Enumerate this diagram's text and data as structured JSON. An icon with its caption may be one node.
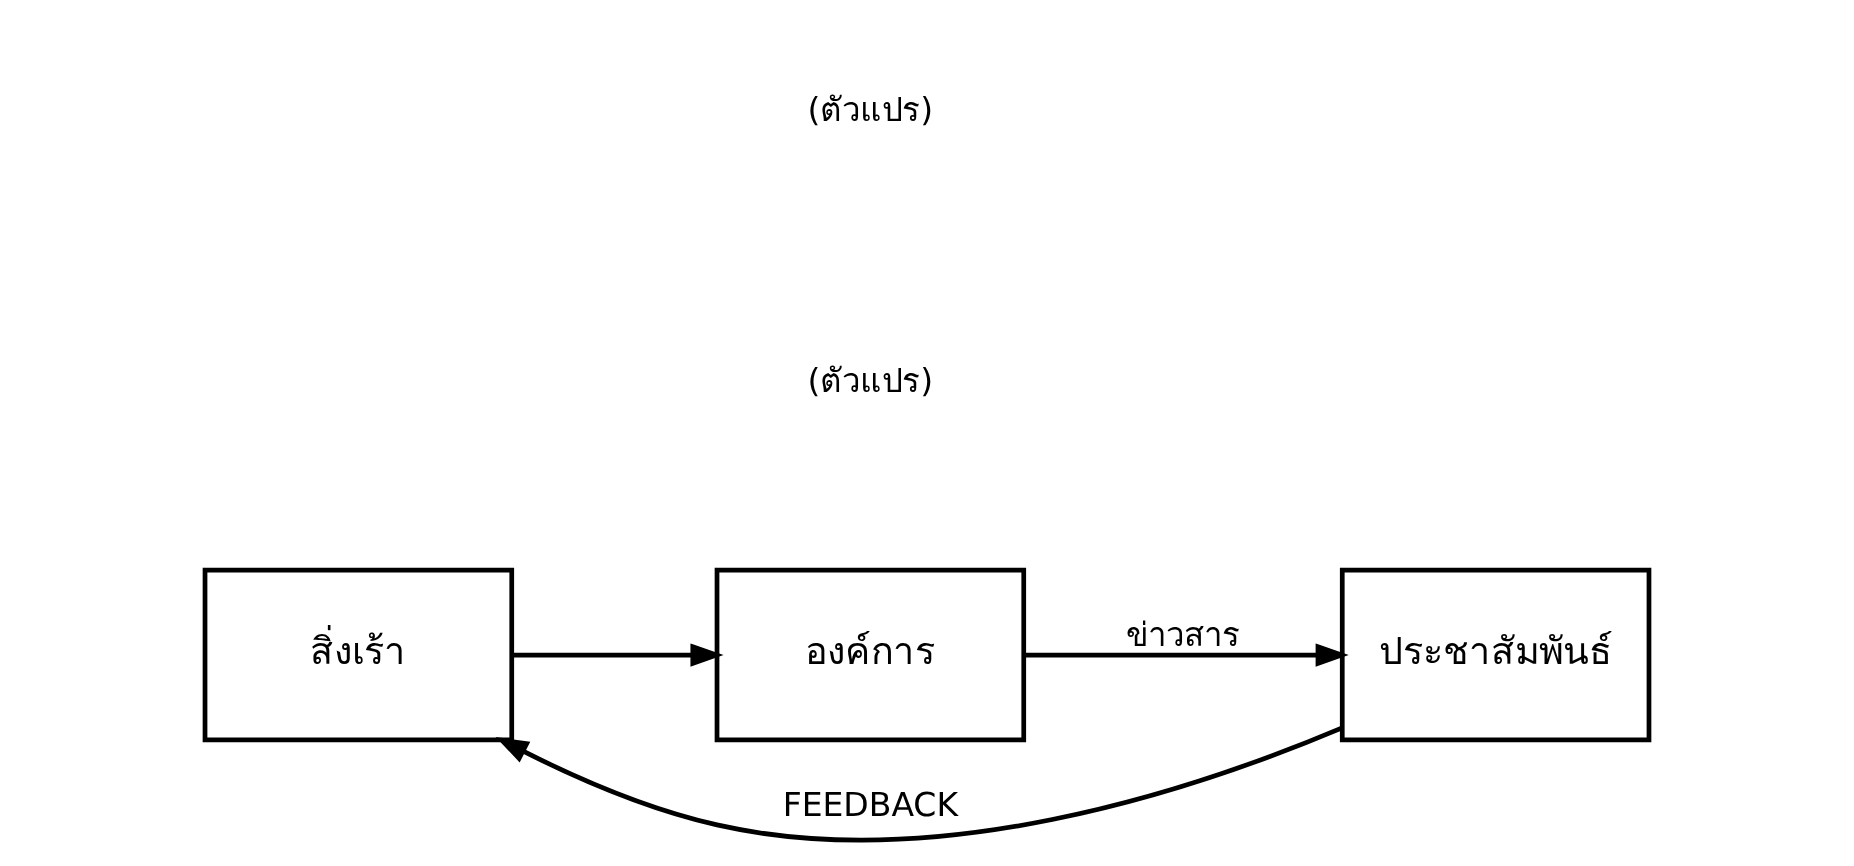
{
  "diagram": {
    "nodes": [
      {
        "text": [
          "สิ่งเร้า"
        ]
      },
      {
        "text": [
          "องค์การ"
        ]
      },
      {
        "text": [
          "ประชาสัมพันธ์"
        ]
      }
    ],
    "edges": [
      {
        "from": 0,
        "to": 1,
        "arrow": "to"
      },
      {
        "from": 1,
        "to": 2,
        "arrow": "to",
        "label": "ข่าวสาร"
      },
      {
        "from": 2,
        "to": 0,
        "arrow": "to",
        "label": "FEEDBACK"
      }
    ],
    "labels": [
      "(ตัวแปร)",
      "(ตัวแปร)"
    ]
  }
}
